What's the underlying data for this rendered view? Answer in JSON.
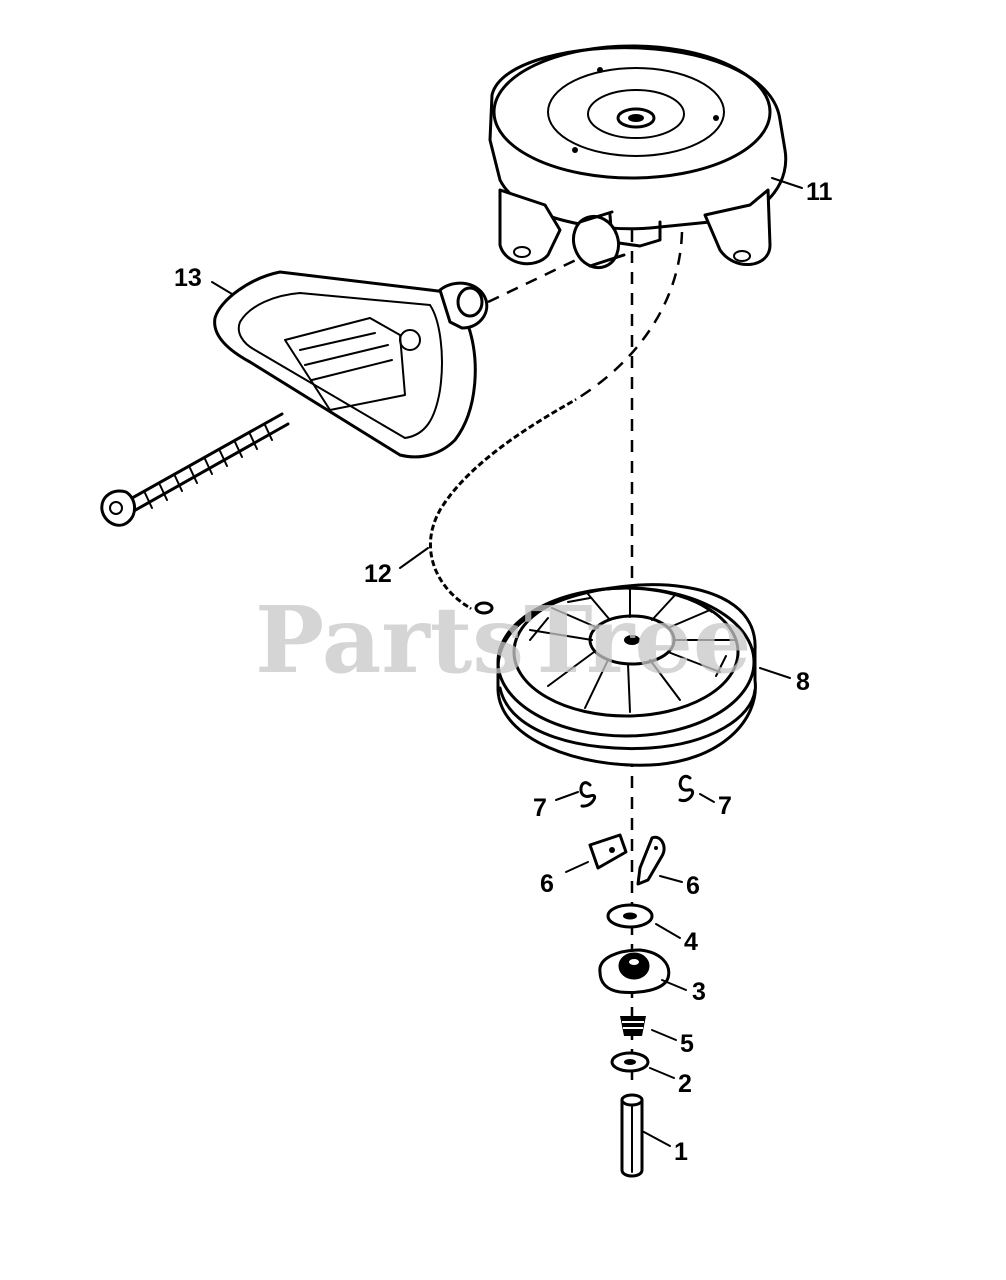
{
  "watermark": "PartsTree",
  "callouts": {
    "p11": "11",
    "p13": "13",
    "p12": "12",
    "p8": "8",
    "p7a": "7",
    "p7b": "7",
    "p6a": "6",
    "p6b": "6",
    "p4": "4",
    "p3": "3",
    "p5": "5",
    "p2": "2",
    "p1": "1"
  }
}
